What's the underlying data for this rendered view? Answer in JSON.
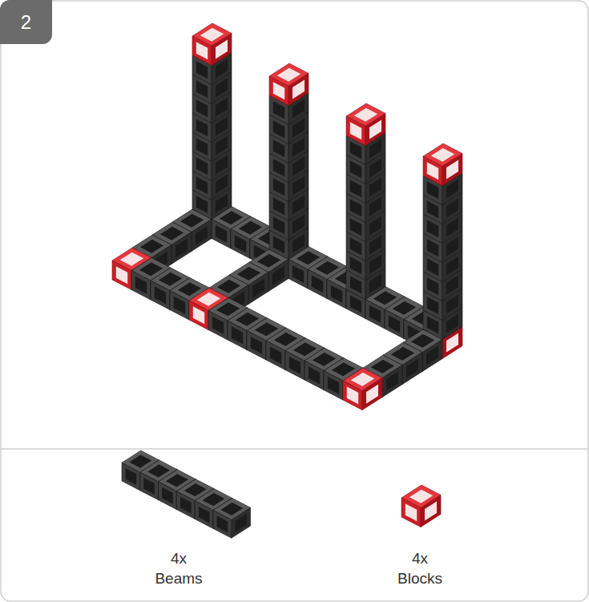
{
  "diagram": {
    "nodes": [
      {
        "text": [
          "2"
        ]
      }
    ],
    "labels": [
      "4x",
      "Beams",
      "4x",
      "Blocks"
    ]
  }
}
